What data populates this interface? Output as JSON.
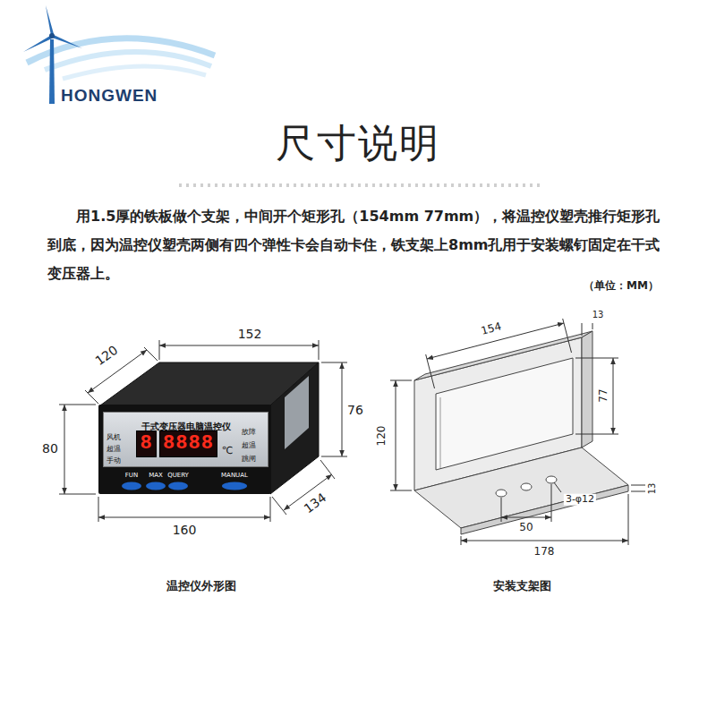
{
  "diagram": {
    "title": "尺寸说明",
    "nodes": [
      {
        "text": [
          "干式变压器电脑温控仪"
        ]
      },
      {
        "text": [
          "8"
        ],
        "in": 0
      },
      {
        "text": [
          "8888"
        ],
        "in": 0
      }
    ],
    "labels": [
      "HONGWEN",
      "用1.5厚的铁板做个支架，中间开个矩形孔（154mm 77mm），将温控仪塑壳推行矩形孔到底，因为温控仪塑壳两侧有四个弹性卡会自动卡住，铁支架上8mm孔用于安装螺钉固定在干式变压器上。",
      "（单位：MM）",
      "120",
      "152",
      "76",
      "80",
      "160",
      "134",
      "风机",
      "超温",
      "手动",
      "℃",
      "故障",
      "超温",
      "跳闸",
      "FUN",
      "MAX",
      "QUERY",
      "MANUAL",
      "温控仪外形图",
      "154",
      "13",
      "77",
      "120",
      "13",
      "50",
      "3-φ12",
      "178",
      "安装支架图"
    ]
  }
}
